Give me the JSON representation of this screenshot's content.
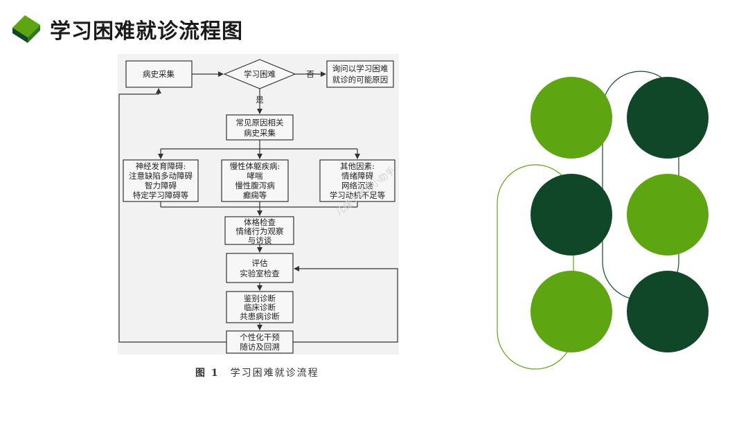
{
  "slide": {
    "title": "学习困难就诊流程图"
  },
  "flowchart": {
    "history": "病史采集",
    "decision": "学习困难",
    "no_label": "否",
    "yes_label": "是",
    "ask_causes": [
      "询问以学习困难",
      "就诊的可能原因"
    ],
    "common_history": [
      "常见原因相关",
      "病史采集"
    ],
    "neuro": [
      "神经发育障碍:",
      "注意缺陷多动障碍",
      "智力障碍",
      "特定学习障碍等"
    ],
    "chronic": [
      "慢性体躯疾病:",
      "哮喘",
      "慢性腹泻病",
      "癫痫等"
    ],
    "other": [
      "其他因素:",
      "情绪障碍",
      "网络沉迷",
      "学习动机不足等"
    ],
    "exam": [
      "体格检查",
      "情绪行为观察",
      "与访谈"
    ],
    "assess": [
      "评估",
      "实验室检查"
    ],
    "diagnosis": [
      "鉴别诊断",
      "临床诊断",
      "共患病诊断"
    ],
    "intervention": [
      "个性化干预",
      "随访及回溯"
    ]
  },
  "caption": {
    "fig_no": "图 1",
    "text": "学习困难就诊流程"
  },
  "watermark": "儿保个学习小助手",
  "colors": {
    "accent_light": "#5ea512",
    "accent_dark": "#104728",
    "line": "#333333"
  }
}
